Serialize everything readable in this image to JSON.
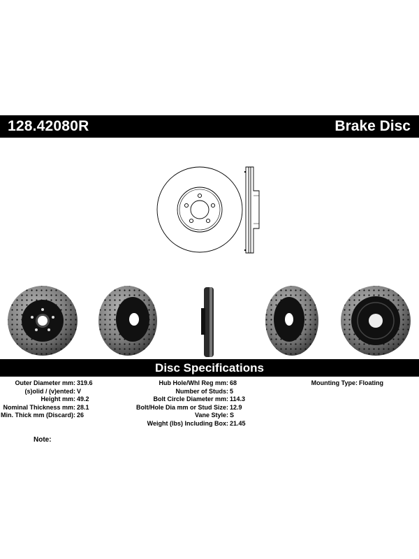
{
  "header": {
    "part_number": "128.42080R",
    "product_type": "Brake Disc"
  },
  "spec_header": "Disc Specifications",
  "specs": {
    "col1": [
      {
        "label": "Outer Diameter mm:",
        "value": "319.6"
      },
      {
        "label": "(s)olid / (v)ented:",
        "value": "V"
      },
      {
        "label": "Height mm:",
        "value": "49.2"
      },
      {
        "label": "Nominal Thickness mm:",
        "value": "28.1"
      },
      {
        "label": "Min. Thick mm (Discard):",
        "value": "26"
      }
    ],
    "col2": [
      {
        "label": "Hub Hole/Whl Reg mm:",
        "value": "68"
      },
      {
        "label": "Number of Studs:",
        "value": "5"
      },
      {
        "label": "Bolt Circle Diameter mm:",
        "value": "114.3"
      },
      {
        "label": "Bolt/Hole Dia mm or Stud Size:",
        "value": "12.9"
      },
      {
        "label": "Vane Style:",
        "value": "S"
      },
      {
        "label": "Weight (lbs) Including Box:",
        "value": "21.45"
      }
    ],
    "col3": [
      {
        "label": "Mounting Type:",
        "value": "Floating"
      }
    ]
  },
  "note_label": "Note:"
}
